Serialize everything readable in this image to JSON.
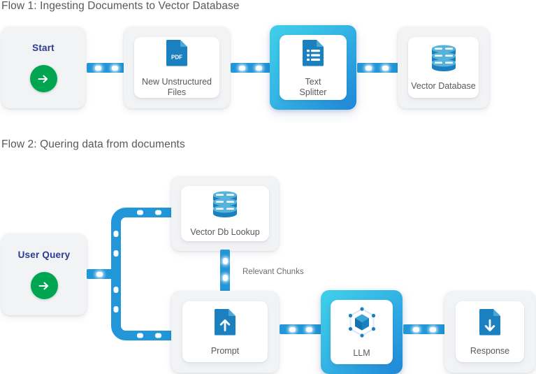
{
  "flows": [
    {
      "title": "Flow 1: Ingesting Documents to Vector Database",
      "nodes": [
        {
          "name": "start",
          "label": "Start",
          "kind": "start",
          "icon": "green-arrow-icon"
        },
        {
          "name": "new-unstructured-files",
          "label": "New Unstructured\nFiles",
          "kind": "card",
          "icon": "pdf-file-icon"
        },
        {
          "name": "text-splitter",
          "label": "Text\nSplitter",
          "kind": "card",
          "icon": "document-list-icon",
          "highlighted": true
        },
        {
          "name": "vector-database",
          "label": "Vector Database",
          "kind": "card",
          "icon": "database-stack-icon"
        }
      ]
    },
    {
      "title": "Flow 2: Quering data from documents",
      "nodes": [
        {
          "name": "user-query",
          "label": "User Query",
          "kind": "start",
          "icon": "green-arrow-icon"
        },
        {
          "name": "vector-db-lookup",
          "label": "Vector Db Lookup",
          "kind": "card",
          "icon": "database-stack-icon"
        },
        {
          "name": "prompt",
          "label": "Prompt",
          "kind": "card",
          "icon": "upload-file-icon"
        },
        {
          "name": "llm",
          "label": "LLM",
          "kind": "card",
          "icon": "hexagon-cube-icon",
          "highlighted": true
        },
        {
          "name": "response",
          "label": "Response",
          "kind": "card",
          "icon": "download-file-icon"
        }
      ],
      "edge_labels": [
        {
          "name": "relevant-chunks",
          "label": "Relevant Chunks"
        }
      ]
    }
  ],
  "colors": {
    "connector": "#2196d8",
    "highlight_from": "#3fd0e8",
    "highlight_to": "#1f86d8",
    "node_bg": "#f1f3f5",
    "inner_bg": "#ffffff",
    "start_text": "#2b3b8f",
    "go_button": "#00a551",
    "label_text": "#58595b",
    "title_text": "#58595b",
    "icon_blue": "#1b80bf",
    "page_bg": "#ffffff"
  }
}
